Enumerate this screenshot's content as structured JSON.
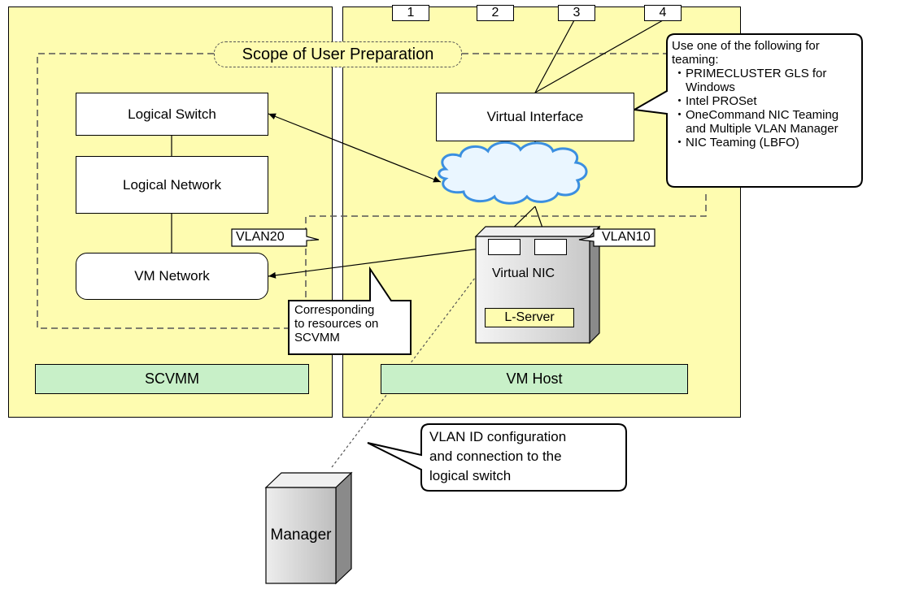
{
  "scope_label": "Scope of User Preparation",
  "left_panel": {
    "logical_switch": "Logical Switch",
    "logical_network": "Logical Network",
    "vm_network": "VM Network",
    "footer": "SCVMM"
  },
  "right_panel": {
    "ports": [
      "1",
      "2",
      "3",
      "4"
    ],
    "virtual_interface": "Virtual Interface",
    "vlan20": "VLAN20",
    "vlan10": "VLAN10",
    "virtual_nic": "Virtual NIC",
    "l_server": "L-Server",
    "footer": "VM Host"
  },
  "teaming_callout": {
    "intro_line1": "Use one of the following for",
    "intro_line2": "teaming:",
    "items": [
      [
        "PRIMECLUSTER GLS for",
        "Windows"
      ],
      [
        "Intel PROSet"
      ],
      [
        "OneCommand NIC Teaming",
        "and Multiple VLAN Manager"
      ],
      [
        "NIC Teaming (LBFO)"
      ]
    ]
  },
  "scvmm_callout": {
    "line1": "Corresponding",
    "line2": "to resources on",
    "line3": "SCVMM"
  },
  "vlan_callout": {
    "line1": "VLAN ID configuration",
    "line2": "and connection to the",
    "line3": "logical switch"
  },
  "manager_label": "Manager",
  "colors": {
    "panel": "#fefcb0",
    "green": "#c8f0c8",
    "lserver": "#fefcb0",
    "cloud_fill": "#eaf6ff",
    "cloud_edge": "#3b8fe0"
  }
}
